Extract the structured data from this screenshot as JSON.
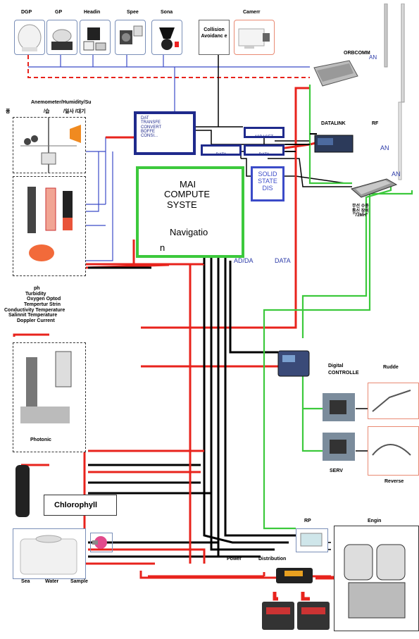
{
  "top_sensors": {
    "dgp": "DGP",
    "gp": "GP",
    "heading": "Headin",
    "speed": "Spee",
    "sonar": "Sona",
    "collision": "Collision Avoidanc e",
    "camera": "Camerr"
  },
  "comms": {
    "orbcomm": "ORBCOMM",
    "an1": "AN",
    "datalink": "DATALINK",
    "rf": "RF",
    "an2": "AN",
    "an3": "AN",
    "radio_caption": "무선 수중\n통신 장비\n\"72MH\""
  },
  "weather": {
    "title": "Anemometer/Humidity/Su",
    "subtitle_left": "풍",
    "subtitle_mid": "/습",
    "subtitle_right": "/일사 /대기"
  },
  "transfer_box": {
    "lines": [
      "DAT",
      "TRANSFE",
      "CONVERT",
      "BOFFE",
      "CONSI..."
    ]
  },
  "tobase": "10BASET",
  "data_boxes": {
    "left": "DATA",
    "right": "DATA"
  },
  "main_computer": {
    "line1": "MAI",
    "line2": "COMPUTE",
    "line3": "SYSTE",
    "line4": "Navigatio",
    "line5": "n"
  },
  "solid_state": {
    "line1": "SOLID",
    "line2": "STATE",
    "line3": "DIS"
  },
  "labels": {
    "adda": "AD/DA",
    "data": "DATA"
  },
  "water_sensors": {
    "lines": [
      "ph",
      "Turbidity",
      "Oxygen  Optod",
      "Tempertur  Strin",
      "Conductivity            Temperature",
      "Salinnit  Temperature",
      "Doppler                Current"
    ]
  },
  "photonic": "Photonic",
  "chlorophyll": "Chlorophyll",
  "sample": {
    "sea": "Sea",
    "water": "Water",
    "sample": "Sample"
  },
  "controller": {
    "digital": "Digital",
    "controller": "CONTROLLE"
  },
  "rudder": "Rudde",
  "servo": "SERV",
  "reverse": "Reverse",
  "rp": "RP",
  "engine": "Engin",
  "power": {
    "power": "Power",
    "distribution": "Distribution"
  },
  "colors": {
    "red": "#e8231c",
    "green": "#3cc93c",
    "black": "#000000",
    "navy": "#1f2a8c",
    "blue_line": "#3b4bc8"
  }
}
